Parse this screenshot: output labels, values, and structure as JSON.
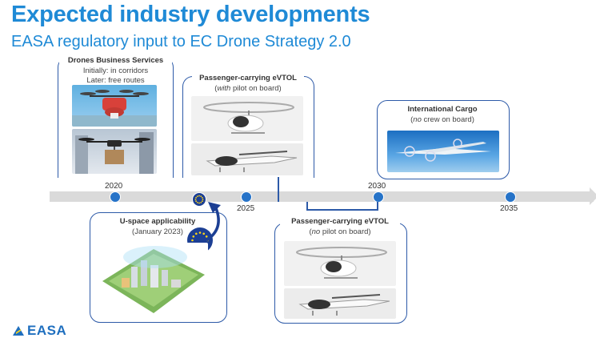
{
  "header": {
    "title": "Expected industry developments",
    "subtitle": "EASA regulatory input to EC Drone Strategy 2.0"
  },
  "timeline": {
    "years": [
      "2020",
      "2025",
      "2030",
      "2035"
    ]
  },
  "milestones": {
    "drones_business": {
      "title": "Drones Business Services",
      "line1": "Initially: in corridors",
      "line2": "Later: free routes"
    },
    "evtol_pilot": {
      "title": "Passenger-carrying eVTOL",
      "open": "(",
      "em": "with",
      "rest": " pilot on board)"
    },
    "cargo": {
      "title": "International Cargo",
      "open": "(",
      "em": "no",
      "rest": " crew on board)"
    },
    "uspace": {
      "title": "U-space applicability",
      "line1": "(January 2023)"
    },
    "evtol_nopilot": {
      "title": "Passenger-carrying eVTOL",
      "open": "(",
      "em": "no",
      "rest": " pilot on board)"
    }
  },
  "footer": {
    "logo": "EASA"
  },
  "colors": {
    "accent": "#1f8ad6",
    "frame": "#2d5aa8",
    "dot": "#2673c8",
    "timeline": "#dadada"
  },
  "icons": [
    "eu-flag-icon",
    "curved-arrow-icon",
    "drone-icon",
    "evtol-icon",
    "cargo-plane-icon",
    "city-icon",
    "easa-logo-icon"
  ]
}
